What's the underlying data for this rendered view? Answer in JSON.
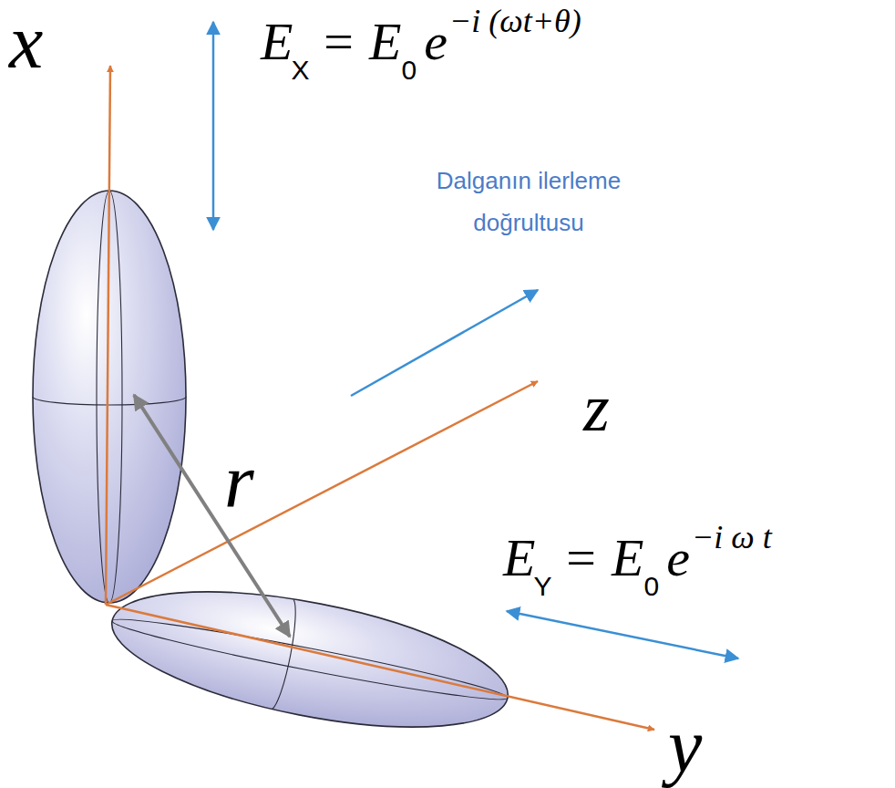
{
  "diagram": {
    "labels": [
      "x",
      "E",
      "X",
      "= E",
      "0",
      "e",
      "−i (ωt+θ)",
      "Dalganın ilerleme doğrultusu",
      "z",
      "r",
      "E",
      "Y",
      "= E",
      "0",
      "e",
      "−i ω t",
      "y"
    ]
  }
}
